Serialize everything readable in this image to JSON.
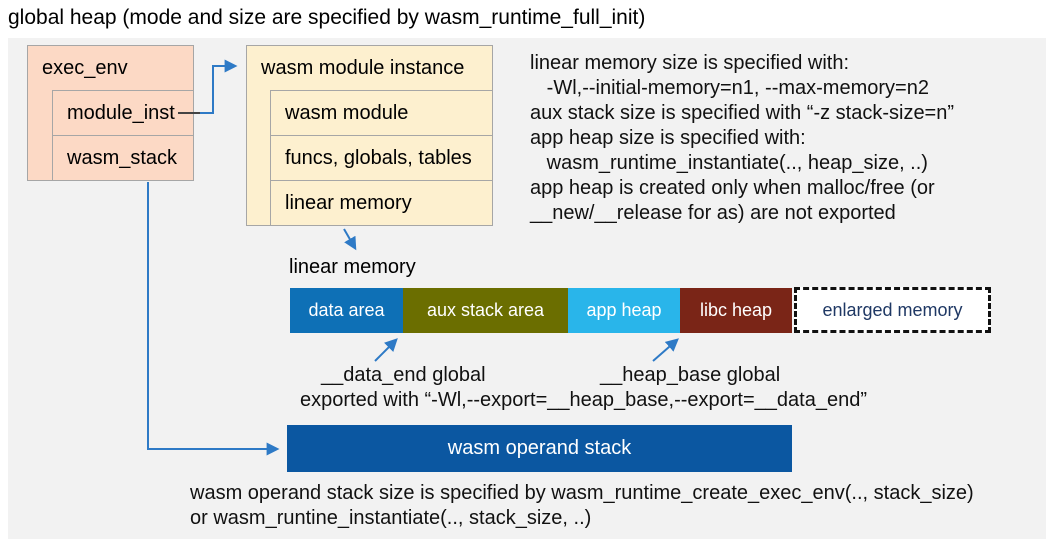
{
  "title": "global heap (mode and size are specified by wasm_runtime_full_init)",
  "exec_env": {
    "header": "exec_env",
    "rows": [
      "module_inst",
      "wasm_stack"
    ]
  },
  "module_instance": {
    "header": "wasm module instance",
    "rows": [
      "wasm module",
      "funcs, globals, tables",
      "linear memory"
    ]
  },
  "notes_right": {
    "lines": [
      "linear memory size is specified with:",
      "   -Wl,--initial-memory=n1, --max-memory=n2",
      "aux stack size is specified with “-z stack-size=n”",
      "app heap size is specified with:",
      "   wasm_runtime_instantiate(.., heap_size, ..)",
      "app heap is created only when malloc/free (or",
      "__new/__release for as) are not exported"
    ]
  },
  "linear_memory": {
    "label": "linear memory",
    "segments": [
      {
        "label": "data area",
        "color": "#0e70b6",
        "text_color": "#ffffff"
      },
      {
        "label": "aux stack area",
        "color": "#6b6e00",
        "text_color": "#ffffff"
      },
      {
        "label": "app heap",
        "color": "#29b5ea",
        "text_color": "#ffffff"
      },
      {
        "label": "libc heap",
        "color": "#7a2517",
        "text_color": "#ffffff"
      },
      {
        "label": "enlarged memory",
        "color": "#ffffff",
        "text_color": "#1f3864",
        "border": "dashed"
      }
    ],
    "data_end_label": "__data_end global",
    "heap_base_label": "__heap_base global",
    "export_note": "exported with “-Wl,--export=__heap_base,--export=__data_end”"
  },
  "operand_stack": {
    "label": "wasm operand stack",
    "color": "#0b57a1",
    "notes": [
      "wasm operand stack size is specified by wasm_runtime_create_exec_env(.., stack_size)",
      "or wasm_runtine_instantiate(.., stack_size, ..)"
    ]
  },
  "colors": {
    "panel_bg": "#f2f2f2",
    "box_salmon": "#fcd9c5",
    "box_cream": "#fdf0cf",
    "box_border": "#a6a6a6",
    "arrow_blue": "#2e7ac6"
  }
}
